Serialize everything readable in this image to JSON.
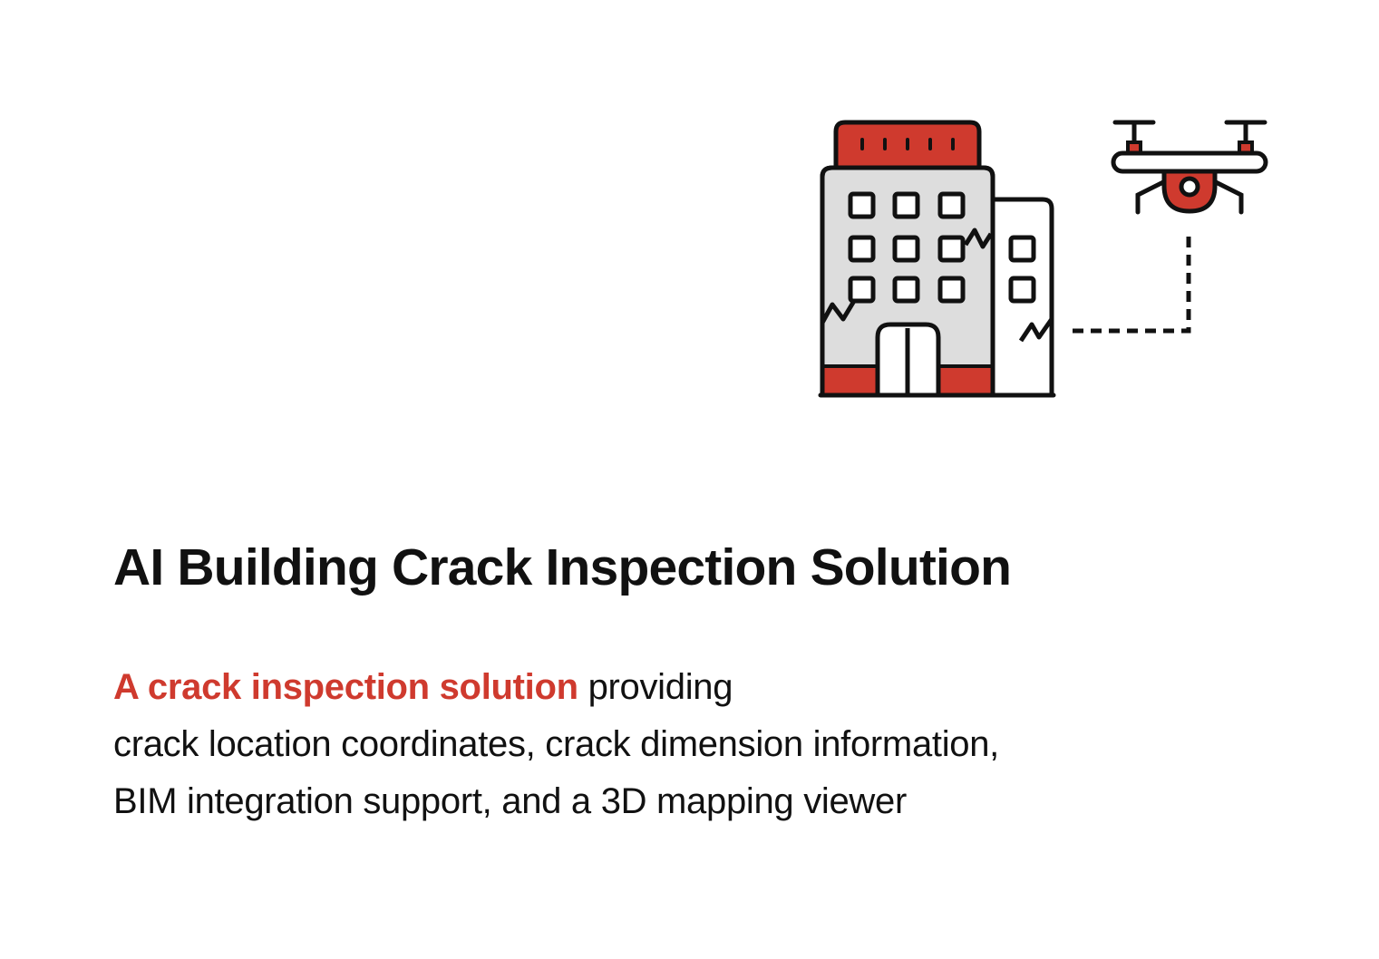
{
  "colors": {
    "accent": "#cf3a2e",
    "text": "#111111",
    "building_fill": "#dddddd",
    "background": "#ffffff"
  },
  "illustration": {
    "icons": [
      "building-icon",
      "annex-building-icon",
      "drone-icon",
      "crack-icon",
      "dashed-link-line"
    ]
  },
  "title": "AI Building Crack Inspection Solution",
  "description": {
    "highlight": "A crack inspection solution",
    "line1_rest": " providing",
    "line2": "crack location coordinates, crack dimension information,",
    "line3": "BIM integration support, and a 3D mapping viewer"
  }
}
